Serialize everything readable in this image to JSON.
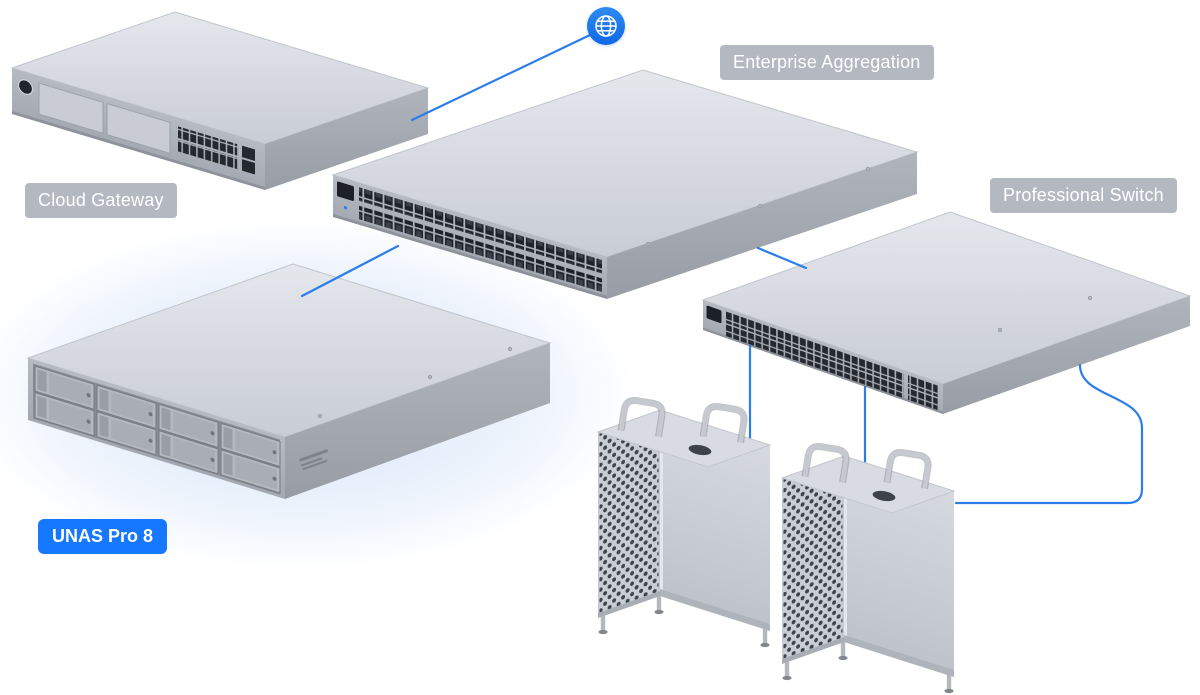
{
  "diagram": {
    "type": "network-topology",
    "badges": {
      "cloud_gateway": "Cloud Gateway",
      "enterprise_aggregation": "Enterprise Aggregation",
      "professional_switch": "Professional Switch",
      "unas_pro_8": "UNAS Pro 8"
    },
    "devices": [
      "internet-globe",
      "cloud-gateway",
      "enterprise-aggregation-switch",
      "professional-switch",
      "unas-pro-8-nas",
      "client-tower-1",
      "client-tower-2"
    ],
    "icons": {
      "internet": "globe-icon"
    },
    "colors": {
      "connection_line": "#2b7de9",
      "accent_blue": "#1677ff",
      "badge_gray": "#aeb3bb"
    }
  }
}
